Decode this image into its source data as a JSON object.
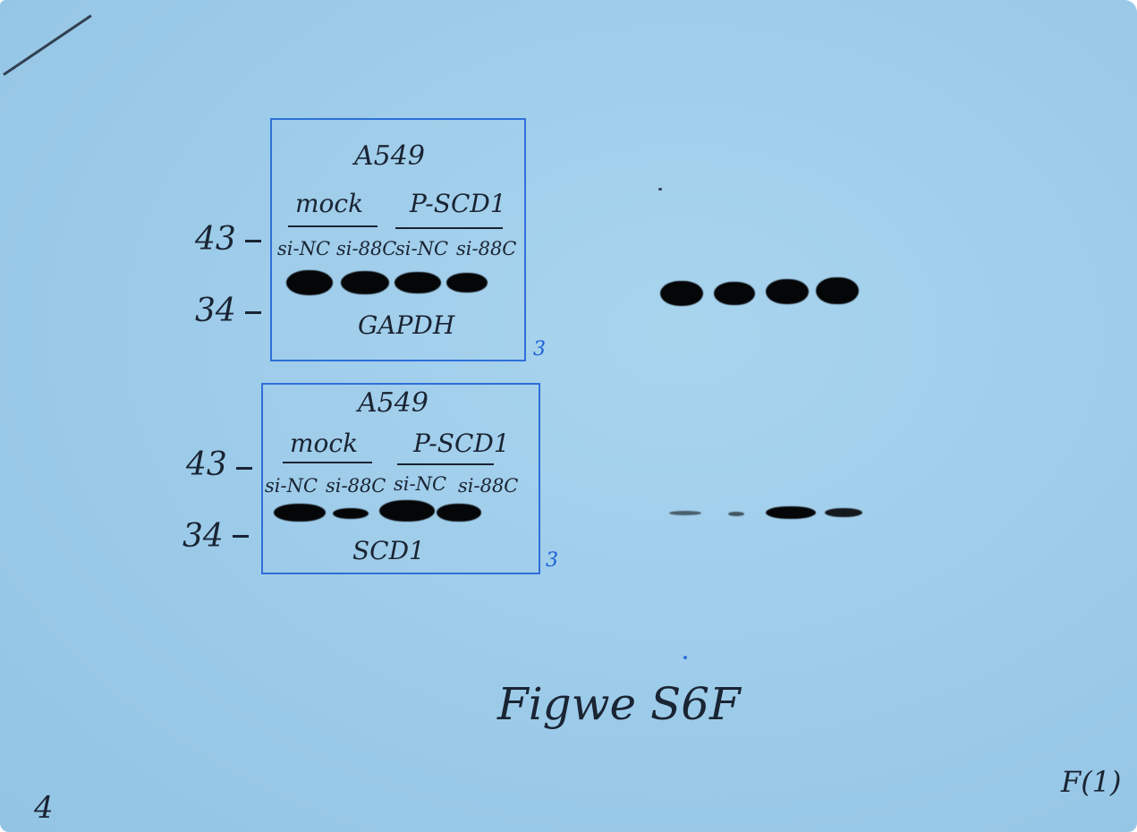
{
  "corner_number": "4",
  "corner_code": "F(1)",
  "figure_label": "Figwe S6F",
  "panels": [
    {
      "cell_line": "A549",
      "group_left": "mock",
      "group_right": "P-SCD1",
      "lanes": [
        "si-NC",
        "si-88C",
        "si-NC",
        "si-88C"
      ],
      "protein": "GAPDH",
      "marker_upper": "43",
      "marker_lower": "34",
      "box_tag": "3"
    },
    {
      "cell_line": "A549",
      "group_left": "mock",
      "group_right": "P-SCD1",
      "lanes": [
        "si-NC",
        "si-88C",
        "si-NC",
        "si-88C"
      ],
      "protein": "SCD1",
      "marker_upper": "43",
      "marker_lower": "34",
      "box_tag": "3"
    }
  ],
  "band_intensity": {
    "gapdh_in_box": [
      1.0,
      0.95,
      0.9,
      0.85
    ],
    "gapdh_right": [
      0.95,
      0.9,
      0.95,
      1.0
    ],
    "scd1_in_box": [
      0.95,
      0.6,
      1.0,
      0.9
    ],
    "scd1_right": [
      0.2,
      0.15,
      0.8,
      0.45
    ]
  }
}
